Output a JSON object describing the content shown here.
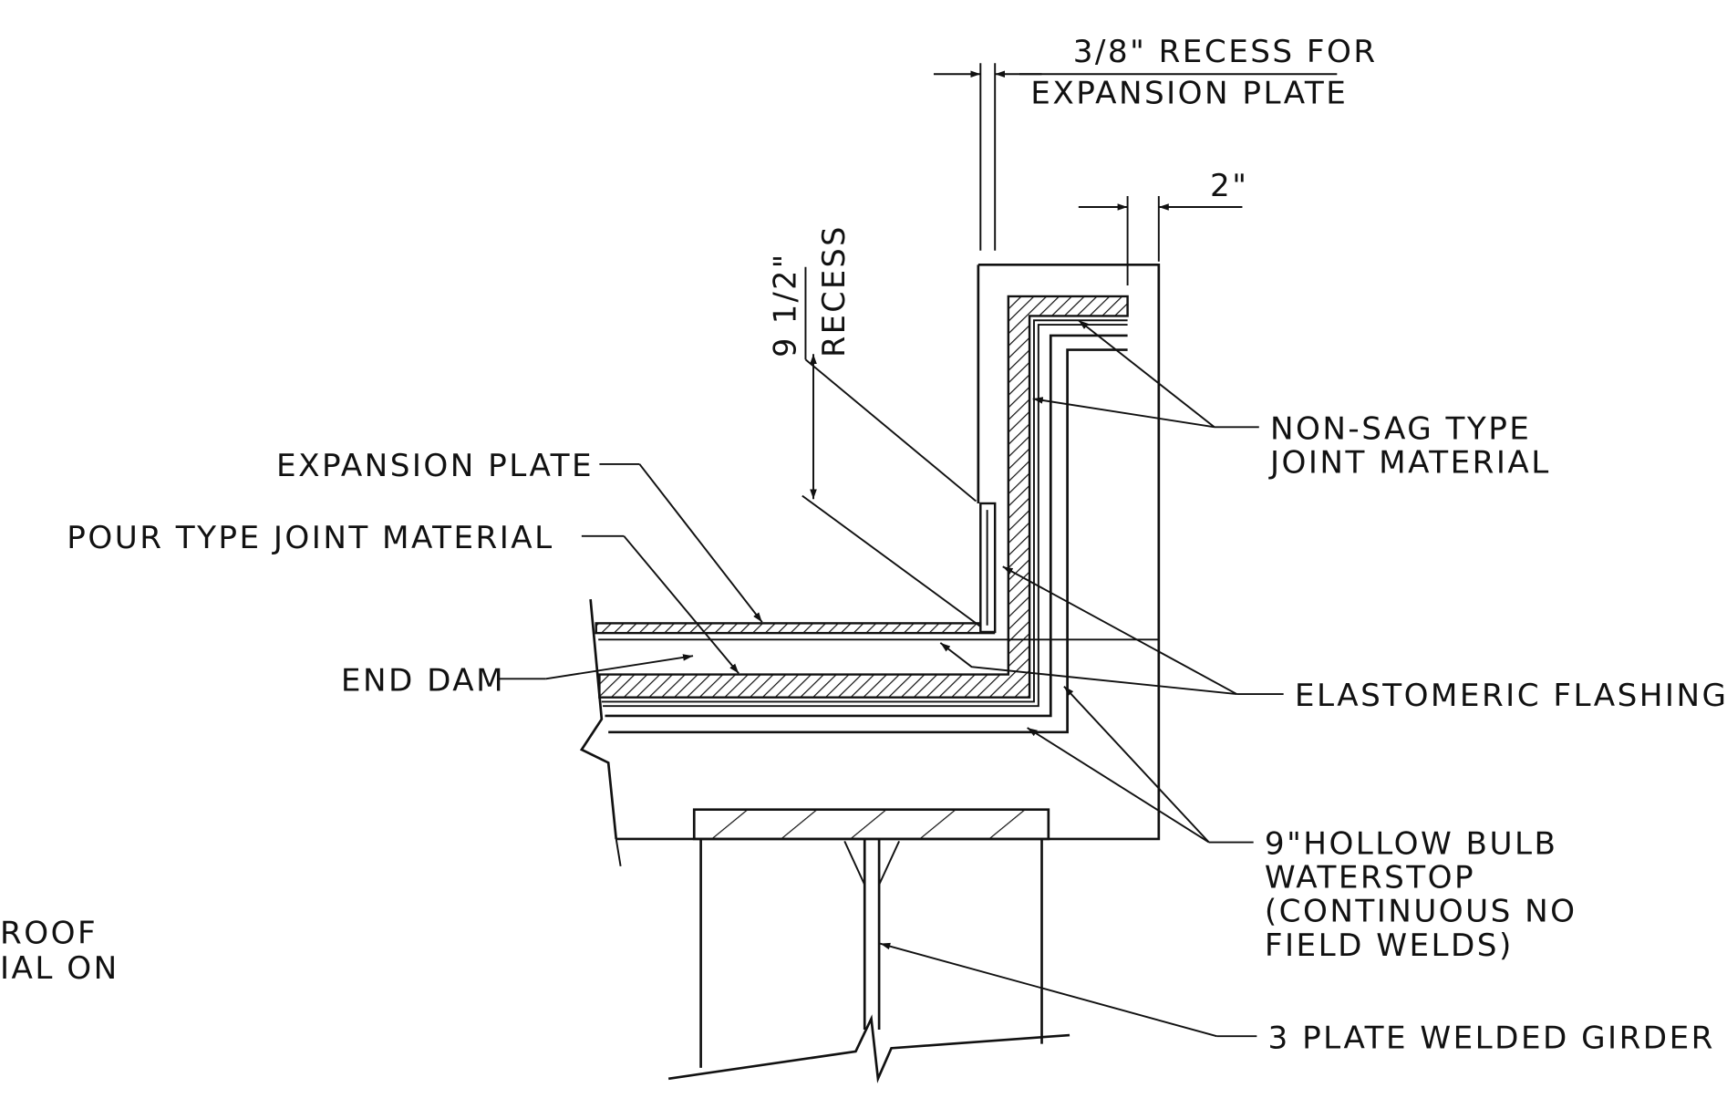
{
  "labels": {
    "recess_expansion_line1": "3/8\" RECESS FOR",
    "recess_expansion_line2": "EXPANSION PLATE",
    "dim_2in": "2\"",
    "recess_9half_value": "9 1/2\"",
    "recess_9half_word": "RECESS",
    "non_sag_line1": "NON-SAG TYPE",
    "non_sag_line2": "JOINT MATERIAL",
    "expansion_plate": "EXPANSION PLATE",
    "pour_type": "POUR TYPE JOINT MATERIAL",
    "end_dam": "END DAM",
    "elastomeric_flashing": "ELASTOMERIC FLASHING",
    "waterstop_line1": "9\"HOLLOW BULB",
    "waterstop_line2": "WATERSTOP",
    "waterstop_line3": "(CONTINUOUS NO",
    "waterstop_line4": "FIELD WELDS)",
    "girder": "3 PLATE WELDED GIRDER",
    "cut_off_line1": "ROOF",
    "cut_off_line2": "IAL ON"
  }
}
